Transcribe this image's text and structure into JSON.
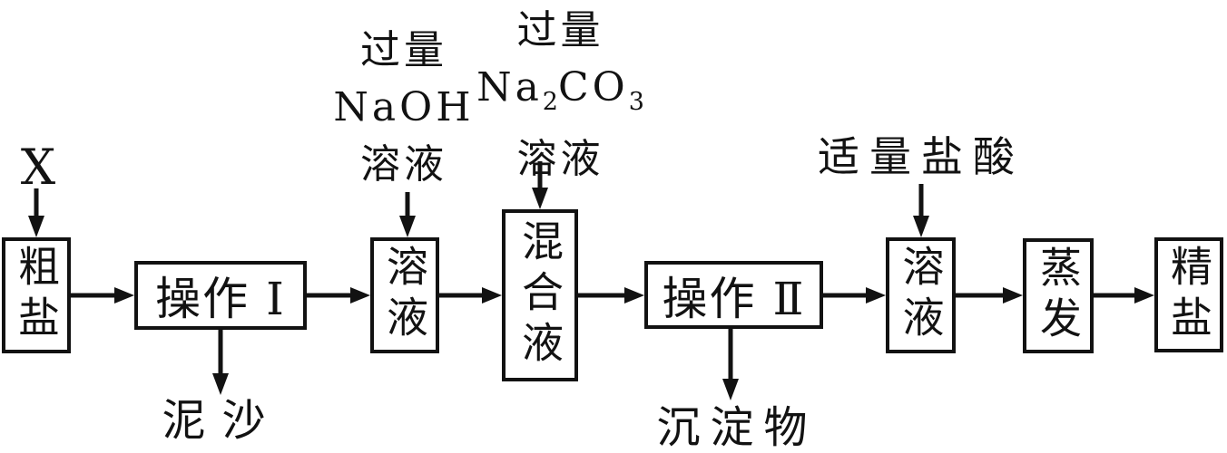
{
  "colors": {
    "ink": "#121212",
    "background": "#ffffff"
  },
  "nodes": {
    "crude_salt": "粗盐",
    "operation1": "操作 Ⅰ",
    "solution1": "溶液",
    "mixture": "混合液",
    "operation2": "操作 Ⅱ",
    "solution2": "溶液",
    "evaporation": "蒸发",
    "refined_salt": "精盐"
  },
  "inputs": {
    "x_label": "X",
    "naoh": {
      "lines": [
        "过量",
        "NaOH",
        "溶液"
      ]
    },
    "na2co3": {
      "line1": "过量",
      "formula_parts": [
        "Na",
        "2",
        "CO",
        "3"
      ],
      "line3": "溶液"
    },
    "hcl": "适量盐酸"
  },
  "outputs": {
    "sediment": "泥沙",
    "precipitate": "沉淀物"
  }
}
